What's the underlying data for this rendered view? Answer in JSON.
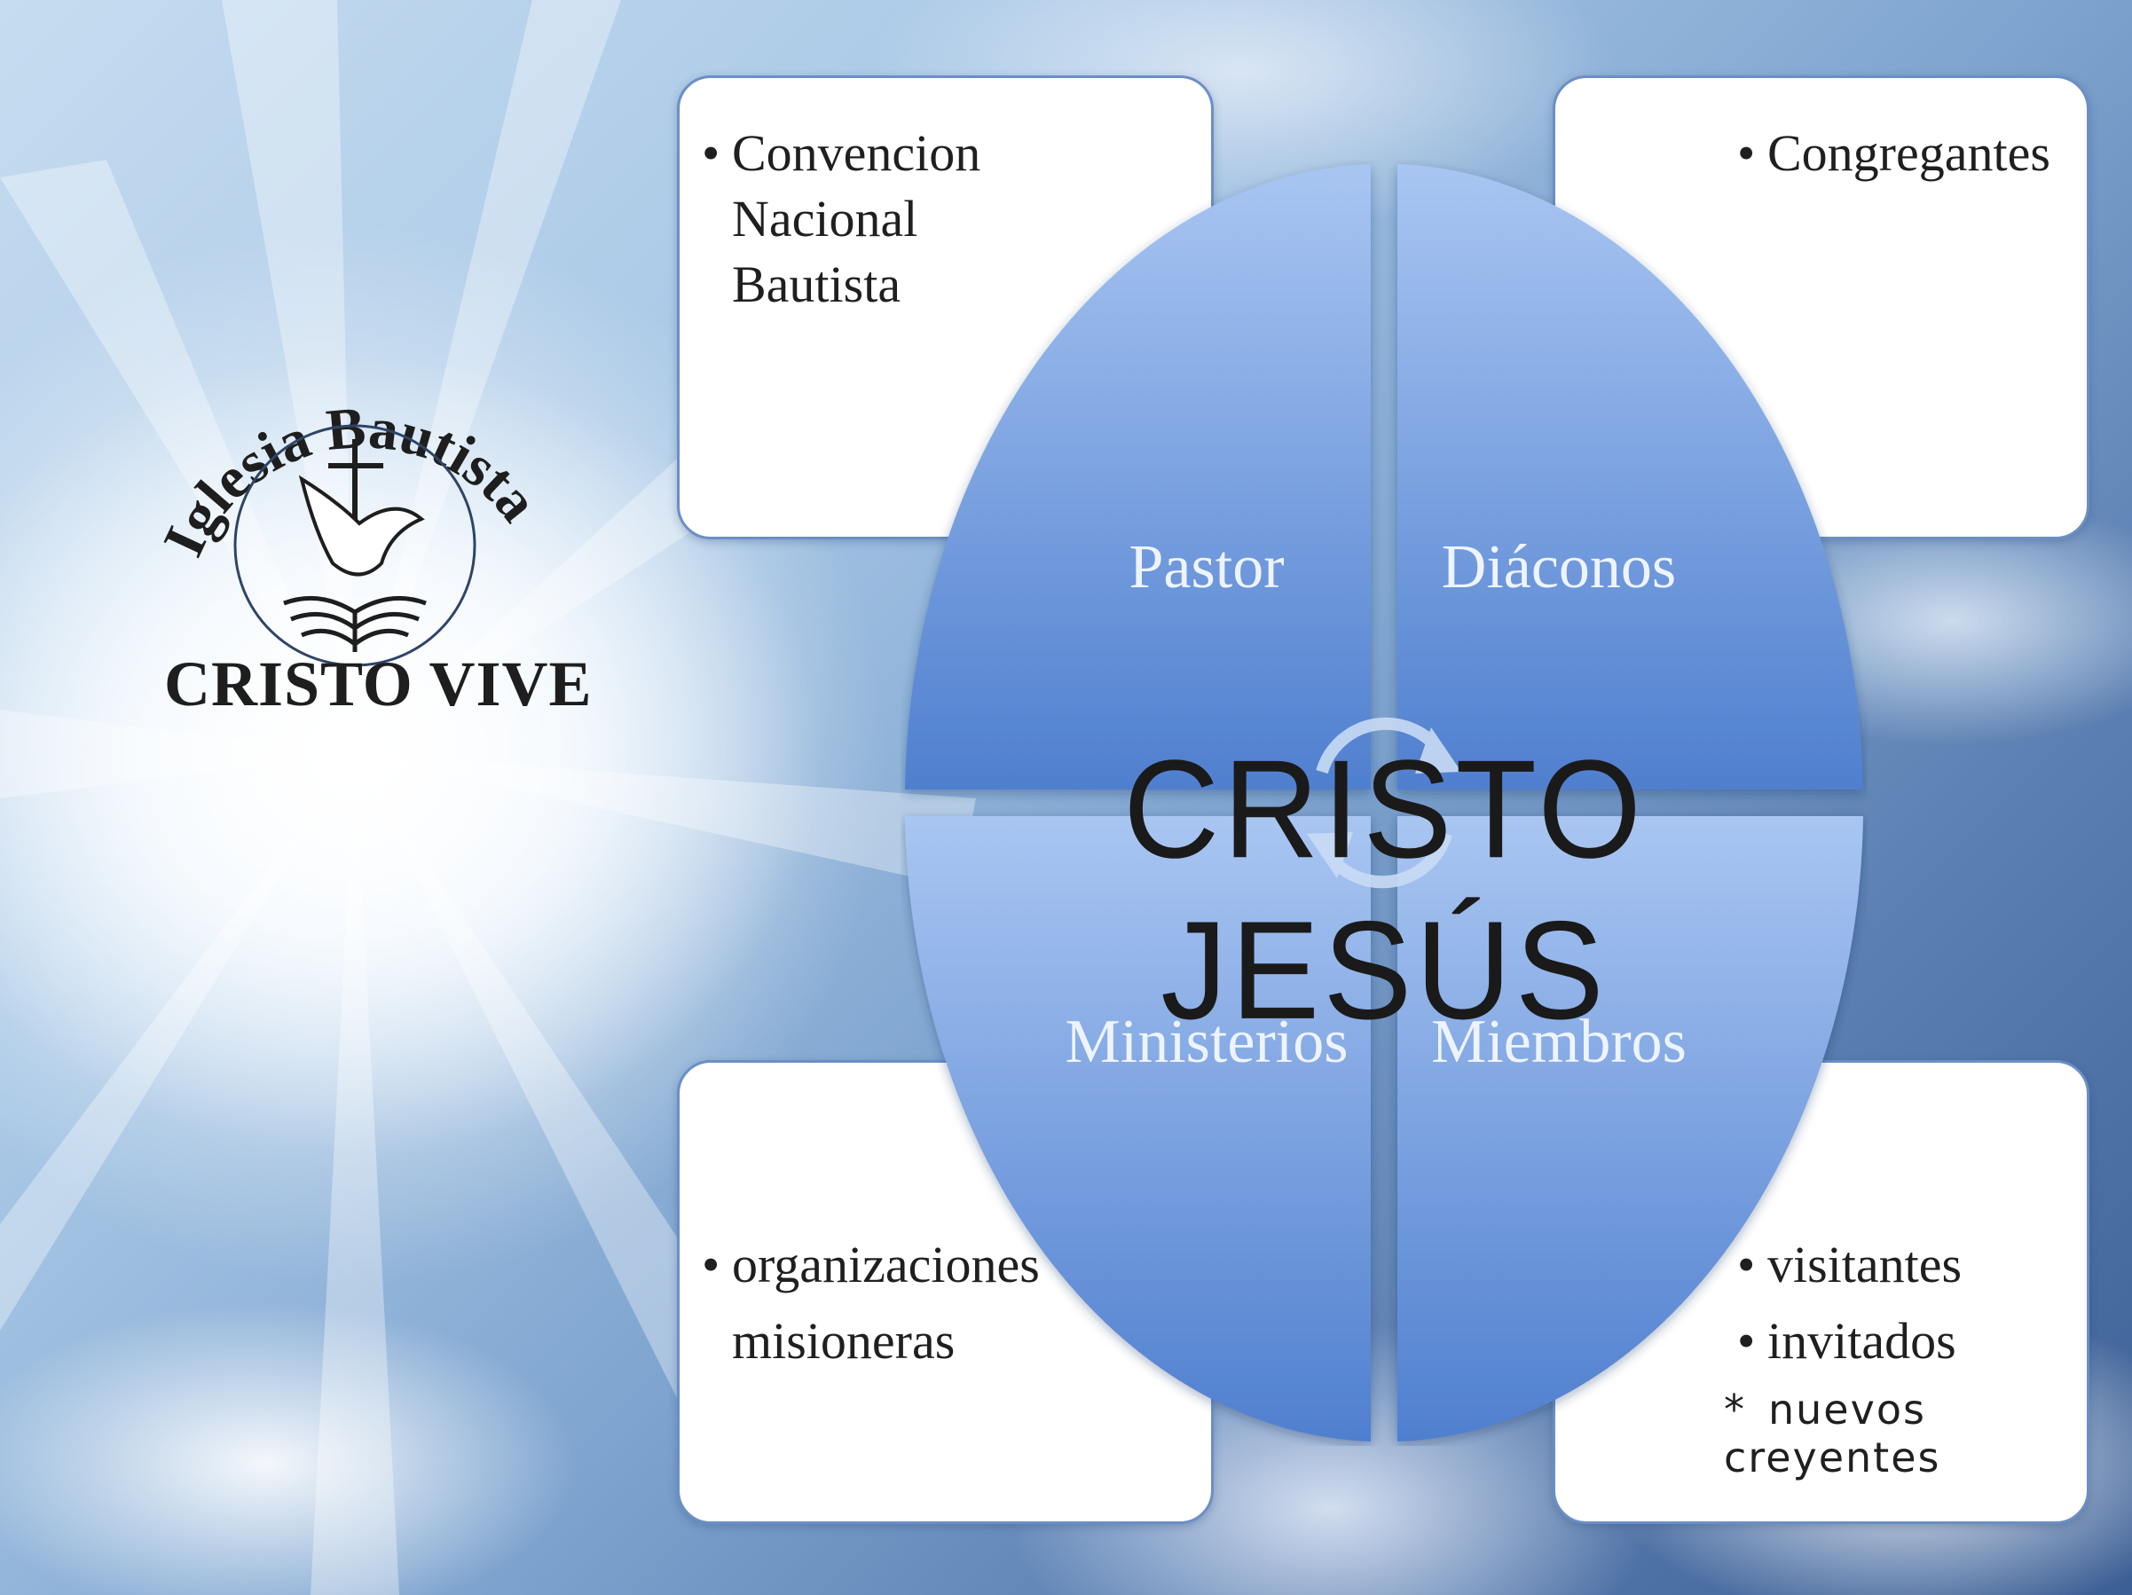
{
  "logo": {
    "arc_text": "Iglesia Bautista",
    "name": "CRISTO VIVE"
  },
  "center": {
    "title": "CRISTO JESÚS"
  },
  "quadrants": {
    "top_left": "Pastor",
    "top_right": "Diáconos",
    "bottom_left": "Ministerios",
    "bottom_right": "Miembros"
  },
  "cards": {
    "top_left": {
      "lines": [
        "Convencion",
        "Nacional",
        "Bautista"
      ]
    },
    "top_right": {
      "lines": [
        "Congregantes"
      ]
    },
    "bottom_left": {
      "lines": [
        "organizaciones",
        "misioneras"
      ]
    },
    "bottom_right": {
      "lines": [
        "visitantes",
        "invitados"
      ],
      "note_marker": "*",
      "note": "nuevos creyentes"
    }
  },
  "colors": {
    "quadrant_fill_light": "#a9c6f2",
    "quadrant_fill_dark": "#4f7fcf",
    "card_border": "#6b8fc4",
    "title_color": "#1a1a1a"
  },
  "icons": [
    "cycle-arrows-icon",
    "dove-icon",
    "cross-icon",
    "open-bible-icon"
  ]
}
